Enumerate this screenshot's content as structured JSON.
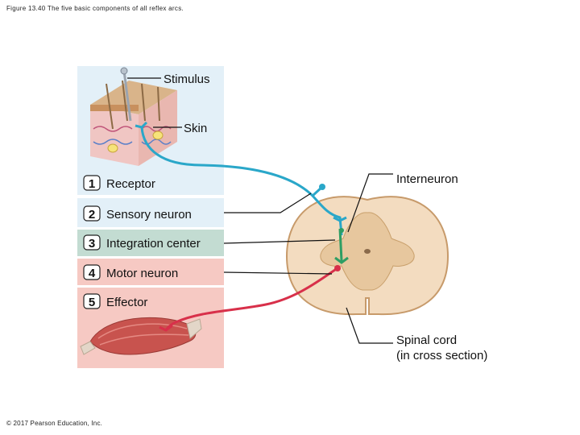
{
  "figure_title": "Figure 13.40 The five basic components of all reflex arcs.",
  "copyright": "© 2017 Pearson Education, Inc.",
  "labels": {
    "stimulus": "Stimulus",
    "skin": "Skin",
    "interneuron": "Interneuron",
    "spinal_cord_line1": "Spinal cord",
    "spinal_cord_line2": "(in cross section)"
  },
  "components": [
    {
      "number": "1",
      "label": "Receptor",
      "color": "#e3f0f8"
    },
    {
      "number": "2",
      "label": "Sensory neuron",
      "color": "#e3f0f8"
    },
    {
      "number": "3",
      "label": "Integration center",
      "color": "#c3dcd2"
    },
    {
      "number": "4",
      "label": "Motor neuron",
      "color": "#f6c9c3"
    },
    {
      "number": "5",
      "label": "Effector",
      "color": "#f6c9c3"
    }
  ],
  "colors": {
    "sensory_neuron": "#2aa7c9",
    "interneuron": "#2e9e64",
    "motor_neuron": "#d8304a",
    "spinal_cord_white_matter": "#f3dcc0",
    "spinal_cord_gray_matter": "#e7c79e",
    "muscle": "#c8534e"
  }
}
